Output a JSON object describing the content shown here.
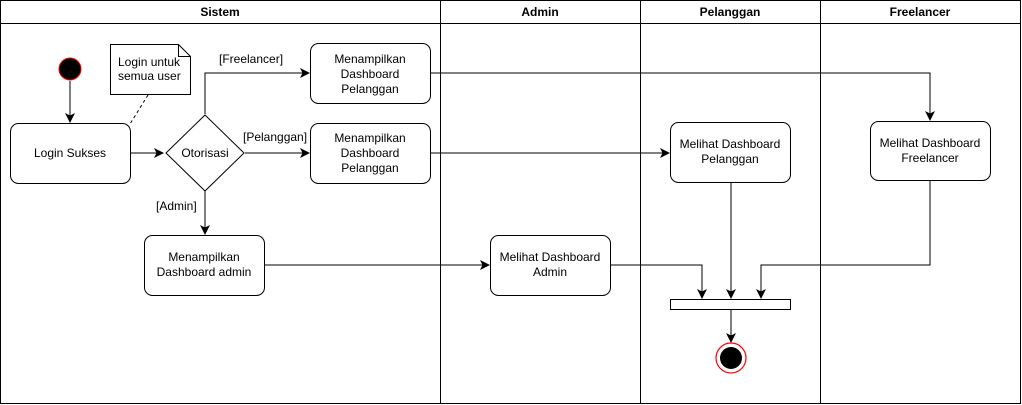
{
  "lanes": [
    {
      "id": "sistem",
      "title": "Sistem"
    },
    {
      "id": "admin",
      "title": "Admin"
    },
    {
      "id": "pelanggan",
      "title": "Pelanggan"
    },
    {
      "id": "freelancer",
      "title": "Freelancer"
    }
  ],
  "nodes": {
    "login_sukses": {
      "lines": [
        "Login Sukses"
      ]
    },
    "note_login": {
      "lines": [
        "Login untuk",
        "semua user"
      ]
    },
    "otorisasi": {
      "lines": [
        "Otorisasi"
      ]
    },
    "sistem_dash_freelancer": {
      "lines": [
        "Menampilkan",
        "Dashboard",
        "Pelanggan"
      ]
    },
    "sistem_dash_pelanggan": {
      "lines": [
        "Menampilkan",
        "Dashboard",
        "Pelanggan"
      ]
    },
    "sistem_dash_admin": {
      "lines": [
        "Menampilkan",
        "Dashboard admin"
      ]
    },
    "admin_lihat": {
      "lines": [
        "Melihat Dashboard",
        "Admin"
      ]
    },
    "pelanggan_lihat": {
      "lines": [
        "Melihat Dashboard",
        "Pelanggan"
      ]
    },
    "freelancer_lihat": {
      "lines": [
        "Melihat Dashboard",
        "Freelancer"
      ]
    }
  },
  "edge_labels": {
    "freelancer": "[Freelancer]",
    "pelanggan": "[Pelanggan]",
    "admin": "[Admin]"
  },
  "colors": {
    "line": "#000000",
    "fill": "#ffffff",
    "start_fill": "#000000",
    "end_ring": "#ff0000"
  }
}
